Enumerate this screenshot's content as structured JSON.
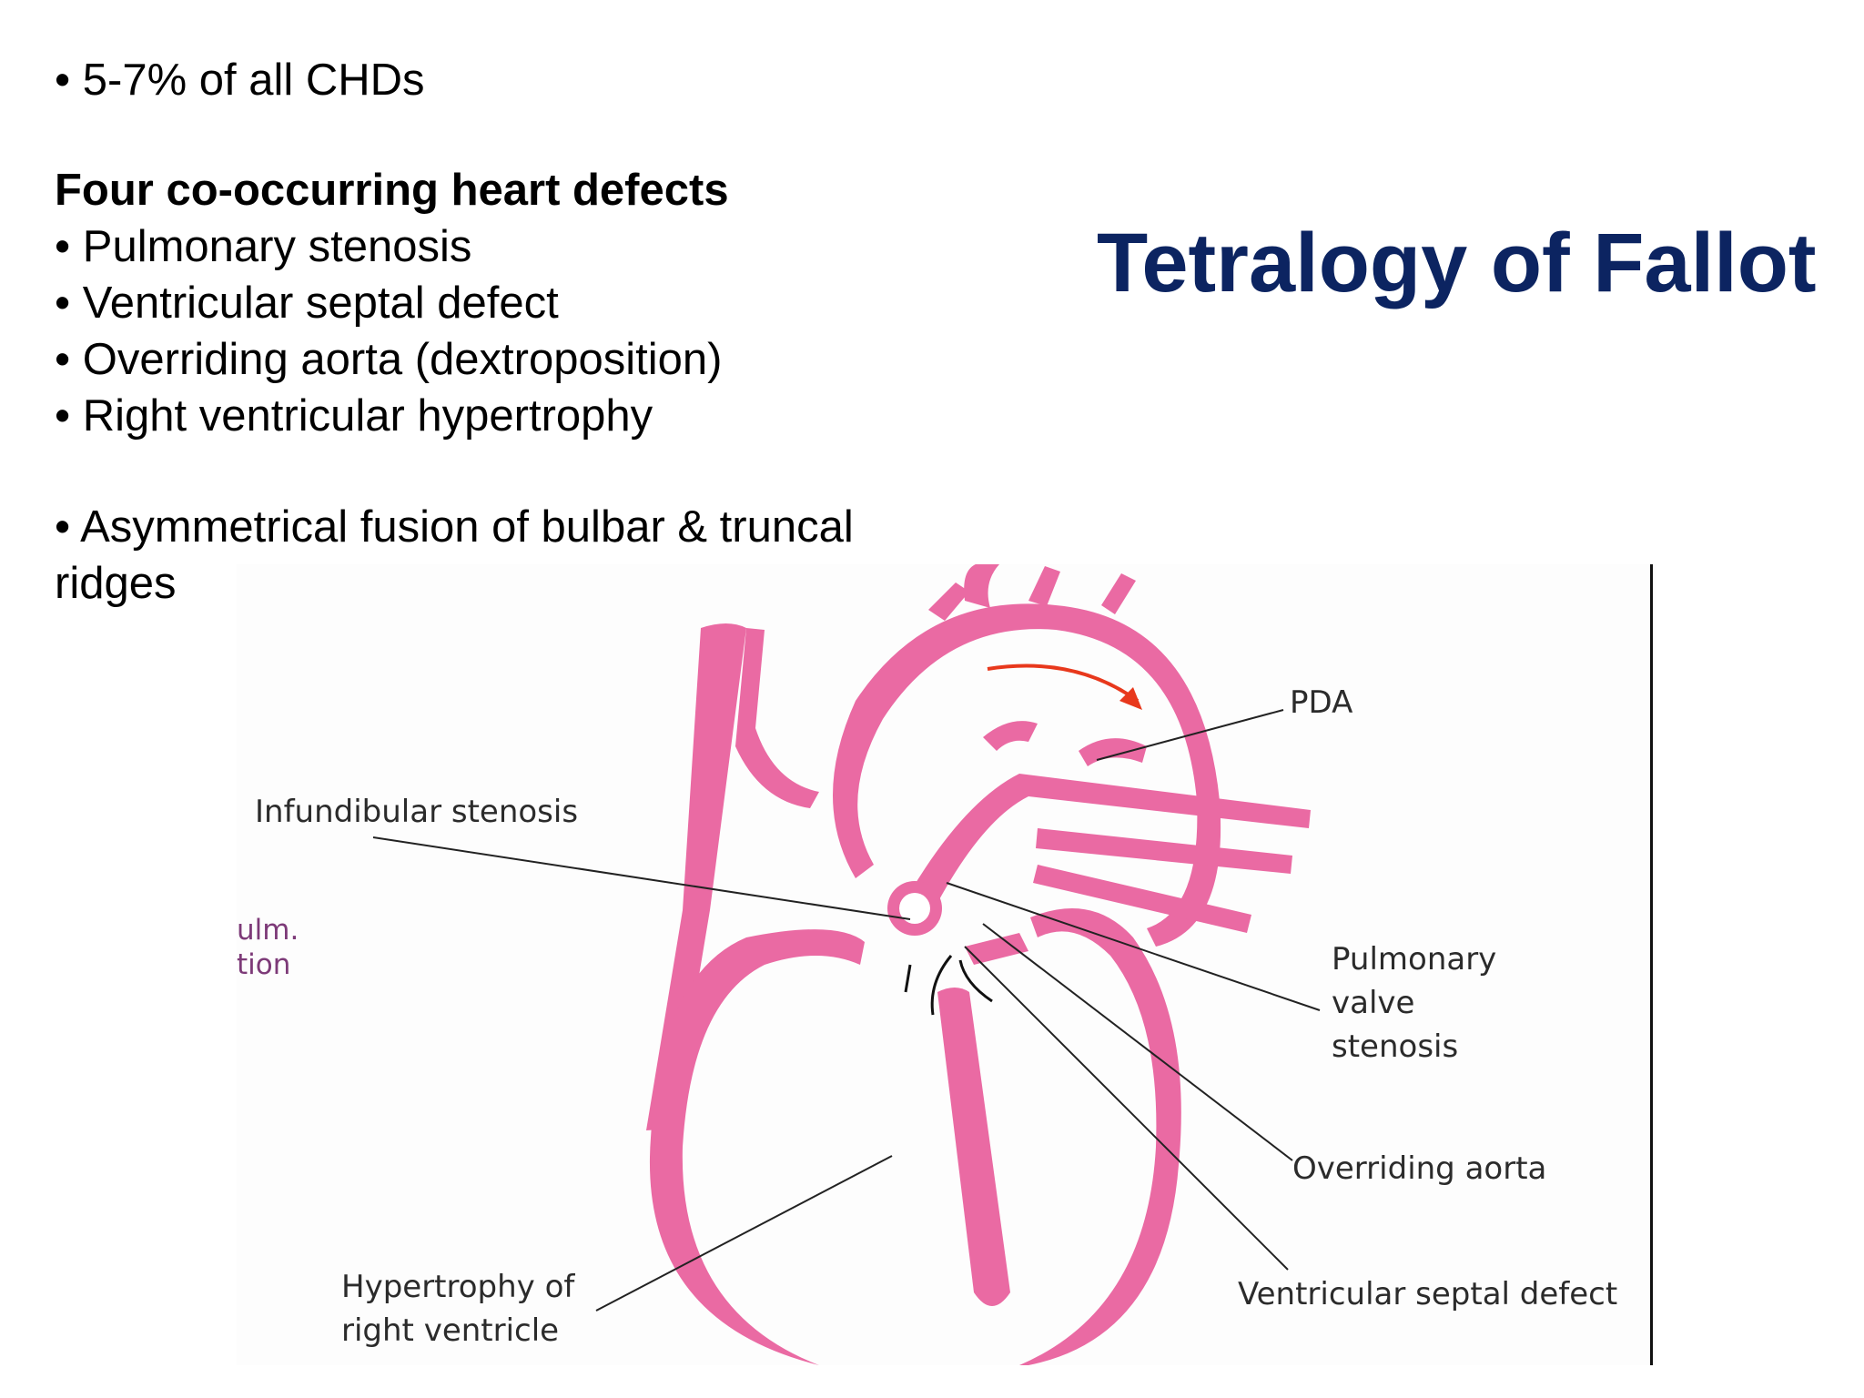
{
  "slide": {
    "title": "Tetralogy of Fallot",
    "title_color": "#0c2461",
    "stat_bullet": "• 5-7% of all CHDs",
    "defects_heading": "Four co-occurring heart defects",
    "defects": [
      "• Pulmonary stenosis",
      "• Ventricular septal defect",
      "• Overriding aorta (dextroposition)",
      "• Right ventricular hypertrophy"
    ],
    "fusion_bullet": "• Asymmetrical fusion of bulbar & truncal ridges"
  },
  "diagram": {
    "heart_color": "#ea6aa3",
    "arrow_color": "#e8381c",
    "labels": {
      "infundibular": "Infundibular stenosis",
      "pda": "PDA",
      "pulmonary_valve": [
        "Pulmonary",
        "valve",
        "stenosis"
      ],
      "overriding_aorta": "Overriding aorta",
      "vsd": "Ventricular septal defect",
      "hypertrophy": [
        "Hypertrophy of",
        "right ventricle"
      ],
      "cropped_left": [
        "ulm.",
        "tion"
      ]
    }
  }
}
